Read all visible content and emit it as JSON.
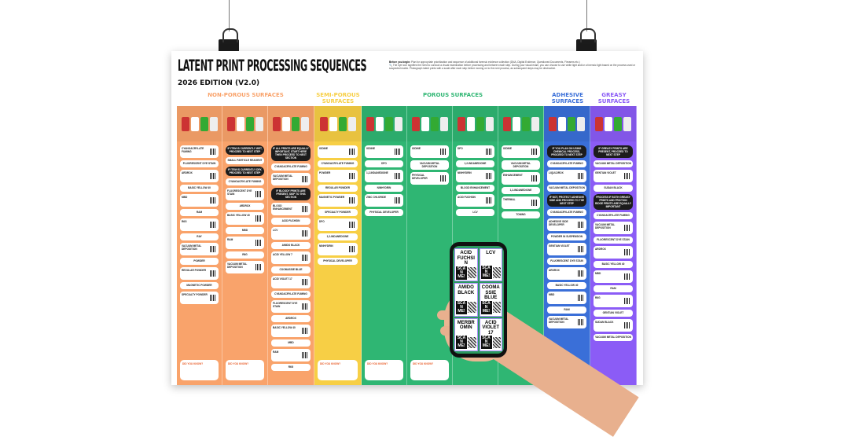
{
  "poster": {
    "title": "LATENT PRINT PROCESSING SEQUENCES",
    "subtitle": "2026 EDITION (V2.0)",
    "intro_label": "Before you begin:",
    "intro_text": "Plan for appropriate prioritization and sequence of additional forensic evidence collection (DNA, Digital Evidence, Questioned Documents, Firearms etc.)",
    "eye_text": "The eye icon signifies the need to conduct a visual examination before processing and between each step. During your visual exam, you can choose to use white light and/or a forensic light based on the process used or suspected matrix. Photograph latent prints with a scale after each step before moving on to the next process, as subsequent steps may be destructive.",
    "sections": [
      {
        "label": "NON-POROUS SURFACES",
        "color": "#f9a36b"
      },
      {
        "label": "SEMI-POROUS SURFACES",
        "color": "#f7cf45"
      },
      {
        "label": "POROUS SURFACES",
        "color": "#2fb673"
      },
      {
        "label": "ADHESIVE SURFACES",
        "color": "#3a6fd8"
      },
      {
        "label": "GREASY SURFACES",
        "color": "#8b5cf6"
      }
    ],
    "did_you_know": "DID YOU KNOW?",
    "columns": [
      {
        "cards": [
          "CYANOACRYLATE FUMING",
          "FLUORESCENT DYE STAIN",
          "ARDROX",
          "BASIC YELLOW 40",
          "MBD",
          "RAM",
          "R6G",
          "RAY",
          "VACUUM METAL DEPOSITION",
          "POWDER",
          "REGULAR POWDER",
          "MAGNETIC POWDER",
          "SPECIALTY POWDER"
        ]
      },
      {
        "cards": [
          "IF ITEM IS CURRENTLY WET, PROCEED TO NEXT STEP",
          "SMALL PARTICLE REAGENT",
          "IF ITEM IS CURRENTLY DRY, PROCEED TO NEXT STEP",
          "CYANOACRYLATE FUMING",
          "FLUORESCENT DYE STAIN",
          "ARDROX",
          "BASIC YELLOW 40",
          "MBD",
          "RAM",
          "R6G",
          "VACUUM METAL DEPOSITION"
        ]
      },
      {
        "cards": [
          "IF ALL PRINTS ARE EQUALLY IMPORTANT, START HERE THEN PROCEED TO NEXT SECTION",
          "CYANOACRYLATE FUMING",
          "VACUUM METAL DEPOSITION",
          "IF BLOODY PRINTS ARE PRESENT, SKIP TO THIS SECTION",
          "BLOOD ENHANCEMENT",
          "ACID FUCHSIN",
          "LCV",
          "AMIDO BLACK",
          "ACID YELLOW 7",
          "COOMASSIE BLUE",
          "ACID VIOLET 17",
          "CYANOACRYLATE FUMING",
          "FLUORESCENT DYE STAIN",
          "ARDROX",
          "BASIC YELLOW 40",
          "MBD",
          "RAM",
          "R6G"
        ]
      },
      {
        "cards": [
          "IODINE",
          "CYANOACRYLATE FUMING",
          "POWDER",
          "REGULAR POWDER",
          "MAGNETIC POWDER",
          "SPECIALTY POWDER",
          "DFO",
          "1,2-INDANEDIONE",
          "NINHYDRIN",
          "PHYSICAL DEVELOPER"
        ]
      },
      {
        "cards": [
          "IODINE",
          "DFO",
          "1,2-INDANEDIONE",
          "NINHYDRIN",
          "ZINC CHLORIDE",
          "PHYSICAL DEVELOPER"
        ]
      },
      {
        "cards": [
          "IODINE",
          "VACUUM METAL DEPOSITION",
          "PHYSICAL DEVELOPER"
        ]
      },
      {
        "cards": [
          "DFO",
          "1,2-INDANEDIONE",
          "NINHYDRIN",
          "BLOOD ENHANCEMENT",
          "ACID FUCHSIN",
          "LCV"
        ]
      },
      {
        "cards": [
          "IODINE",
          "VACUUM METAL DEPOSITION",
          "ENHANCEMENT",
          "1,2-INDANEDIONE",
          "THERMAL",
          "TONING"
        ]
      },
      {
        "cards": [
          "IF YOU PLAN ON USING CHEMICAL PROCESS, PROCEED TO NEXT STEP",
          "CYANOACRYLATE FUMING",
          "LIQUI-DROX",
          "VACUUM METAL DEPOSITION",
          "IF NOT, PROTECT ADHESIVE SIDE AND PROCEED TO THE NEXT STEP",
          "CYANOACRYLATE FUMING",
          "ADHESIVE SIDE DEVELOPER",
          "POWDER IN SUSPENSION",
          "GENTIAN VIOLET",
          "FLUORESCENT DYE STAIN",
          "ARDROX",
          "BASIC YELLOW 40",
          "MBD",
          "RAM",
          "VACUUM METAL DEPOSITION"
        ]
      },
      {
        "cards": [
          "IF GREASY PRINTS ARE PRESENT, PROCEED TO NEXT STEP",
          "VACUUM METAL DEPOSITION",
          "GENTIAN VIOLET",
          "SUDAN BLACK",
          "PROCESS IF BOTH GREASY PRINTS AND FRICTION RIDGE PRINTS ARE EQUALLY IMPORTANT",
          "CYANOACRYLATE FUMING",
          "VACUUM METAL DEPOSITION",
          "FLUORESCENT DYE STAIN",
          "ARDROX",
          "BASIC YELLOW 40",
          "MBD",
          "RAM",
          "R6G",
          "GENTIAN VIOLET",
          "SUDAN BLACK",
          "VACUUM METAL DEPOSITION"
        ]
      }
    ]
  },
  "phone": {
    "scan_label": "SCAN ME!",
    "tiles": [
      "ACID FUCHSIN",
      "LCV",
      "AMIDO BLACK",
      "COOMASSIE BLUE",
      "MERBROMIN",
      "ACID VIOLET 17"
    ]
  }
}
